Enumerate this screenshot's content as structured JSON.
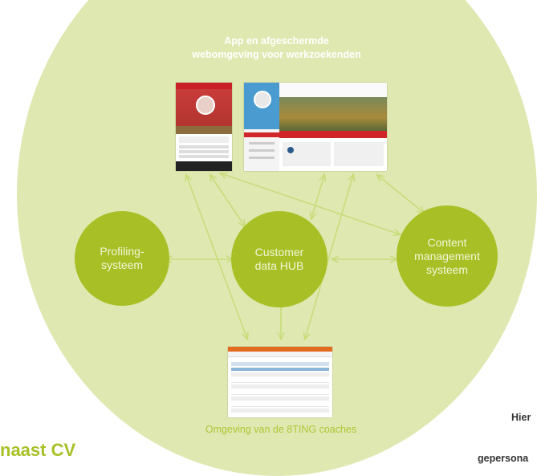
{
  "top_title": "App en afgeschermde\nwebomgeving voor werkzoekenden",
  "nodes": {
    "profiling": "Profiling-\nsysteem",
    "hub": "Customer\ndata HUB",
    "cms": "Content\nmanagement\nsysteem"
  },
  "bottom_caption": "Omgeving van de 8TING coaches",
  "left_fragment": "naast CV",
  "right_fragment_1": "Hier",
  "right_fragment_2": "gepersona",
  "colors": {
    "background_circle": "#dfe8b0",
    "node": "#a8c026",
    "arrow": "#c8dc7a",
    "accent_red": "#d0262a"
  }
}
